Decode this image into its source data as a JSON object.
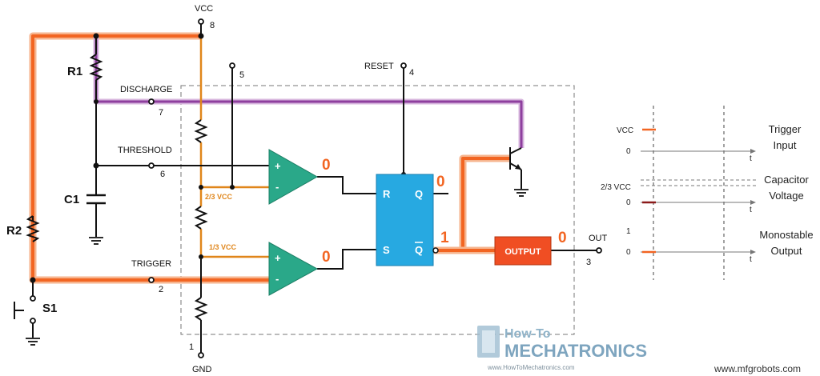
{
  "diagram": {
    "pins": {
      "vcc": "VCC",
      "vcc_num": "8",
      "gnd": "GND",
      "gnd_num": "1",
      "reset": "RESET",
      "reset_num": "4",
      "control_num": "5",
      "discharge": "DISCHARGE",
      "discharge_num": "7",
      "threshold": "THRESHOLD",
      "threshold_num": "6",
      "trigger": "TRIGGER",
      "trigger_num": "2",
      "out": "OUT",
      "out_num": "3"
    },
    "components": {
      "r1": "R1",
      "r2": "R2",
      "c1": "C1",
      "s1": "S1"
    },
    "references": {
      "two_thirds": "2/3 VCC",
      "one_third": "1/3 VCC"
    },
    "flipflop": {
      "r": "R",
      "s": "S",
      "q": "Q",
      "qbar": "Q"
    },
    "comparator_signs": {
      "plus": "+",
      "minus": "-"
    },
    "output_block": "OUTPUT",
    "states": {
      "comp_upper": "0",
      "comp_lower": "0",
      "q": "0",
      "qbar": "1",
      "out": "0"
    },
    "colors": {
      "wire": "#111111",
      "vcc_path": "#f26522",
      "vcc_glow": "#f6b58f",
      "divider": "#e0861b",
      "discharge_path": "#8e3f9e",
      "comparator": "#2aa889",
      "flipflop": "#27a9e1",
      "output_block": "#f04e23",
      "state_text": "#f26522"
    }
  },
  "timing": {
    "rows": [
      {
        "title_line1": "Trigger",
        "title_line2": "Input",
        "levels": [
          "VCC",
          "0"
        ],
        "axis": "t"
      },
      {
        "title_line1": "Capacitor",
        "title_line2": "Voltage",
        "levels": [
          "2/3 VCC",
          "0"
        ],
        "axis": "t"
      },
      {
        "title_line1": "Monostable",
        "title_line2": "Output",
        "levels": [
          "1",
          "0"
        ],
        "axis": "t"
      }
    ]
  },
  "logo": {
    "line1": "How-To",
    "line2": "MECHATRONICS",
    "url": "www.HowToMechatronics.com"
  },
  "watermark": "www.mfgrobots.com"
}
